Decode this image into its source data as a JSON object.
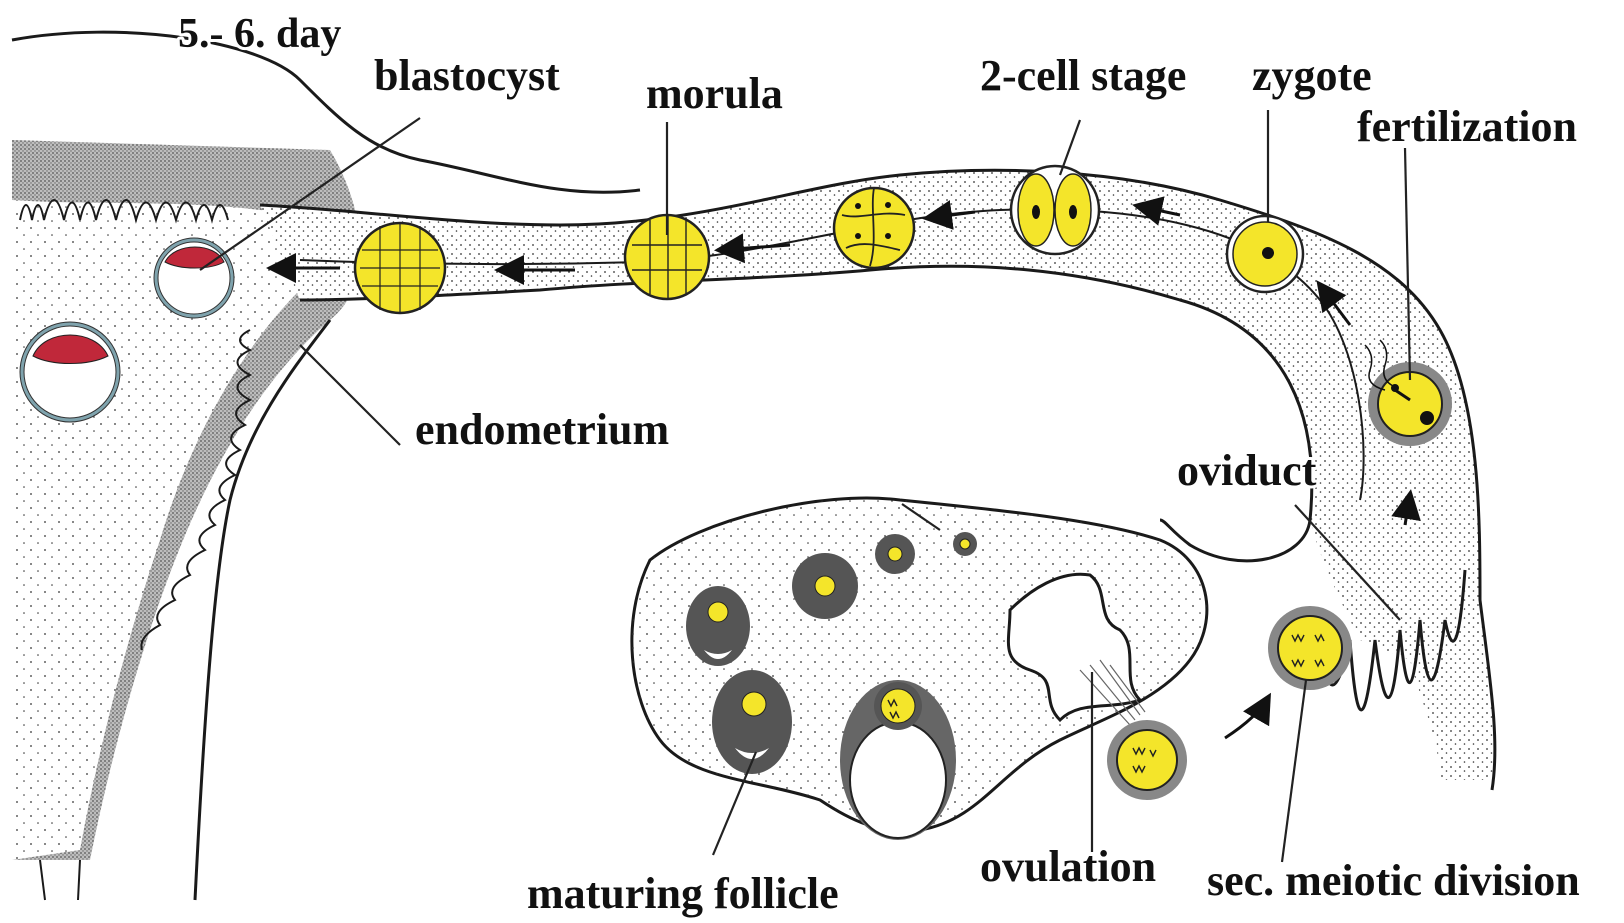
{
  "labels": {
    "day": "5.- 6. day",
    "blastocyst": "blastocyst",
    "morula": "morula",
    "two_cell": "2-cell stage",
    "zygote": "zygote",
    "fertilization": "fertilization",
    "endometrium": "endometrium",
    "oviduct": "oviduct",
    "ovulation": "ovulation",
    "maturing_follicle": "maturing follicle",
    "meiotic_division": "sec. meiotic division"
  },
  "colors": {
    "yolk": "#f4e52a",
    "embryoblast": "#c0283a",
    "trophoblast": "#7fa3ad",
    "stipple": "#333333",
    "wall": "#9a9a9a",
    "line": "#1a1a1a"
  }
}
